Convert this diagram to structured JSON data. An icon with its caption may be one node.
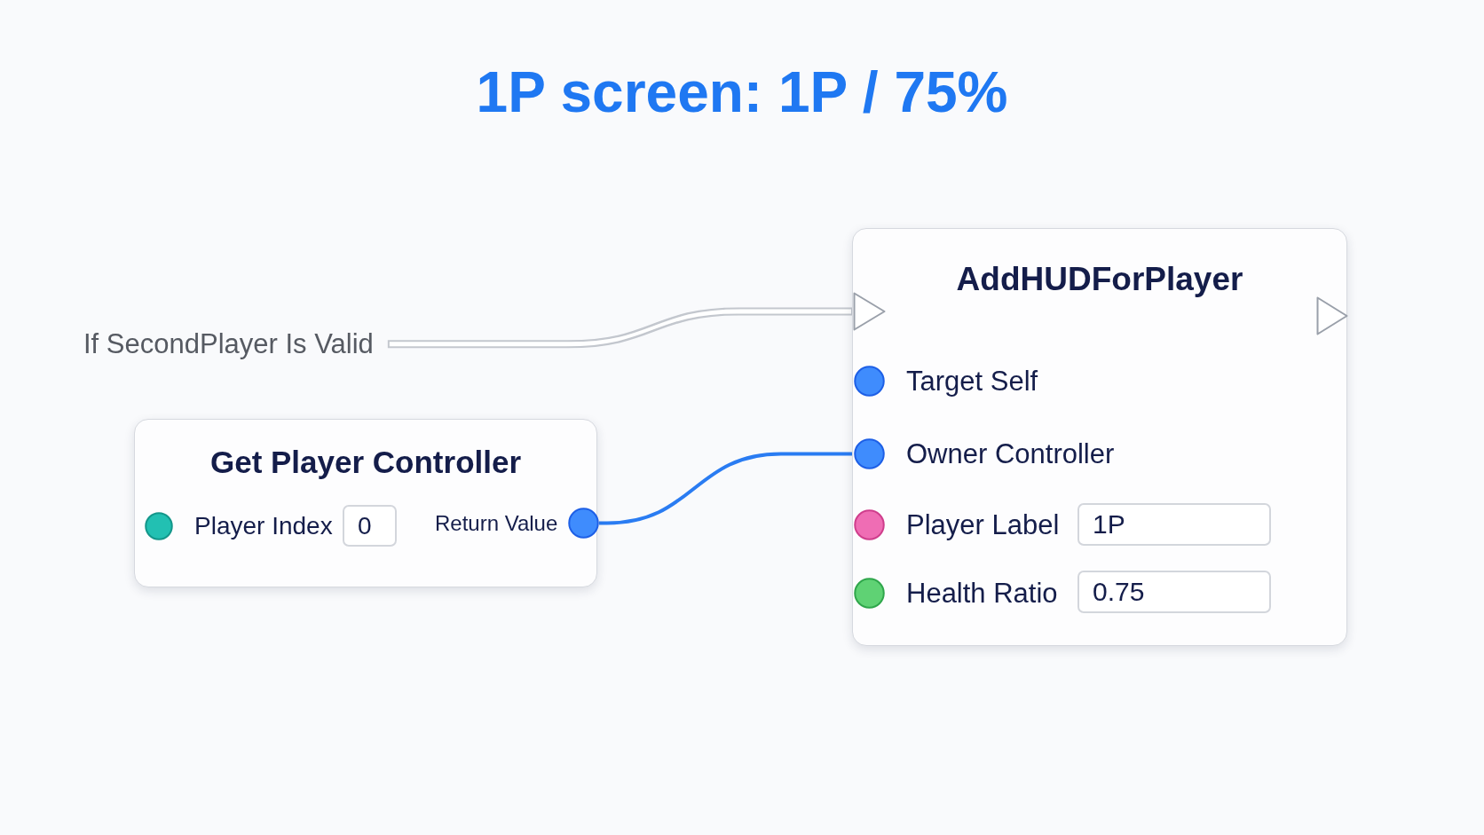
{
  "diagram": {
    "title": "1P screen: 1P / 75%",
    "nodes": [
      {
        "text": [
          "If SecondPlayer Is Valid"
        ]
      },
      {
        "text": [
          "Get Player Controller"
        ]
      },
      {
        "text": [],
        "shape": "circle",
        "in": 1,
        "beside": [
          "Player Index"
        ]
      },
      {
        "text": [
          "0"
        ],
        "in": 1
      },
      {
        "text": [],
        "shape": "circle",
        "in": 1,
        "beside": [
          "Return Value"
        ]
      },
      {
        "text": [
          "AddHUDForPlayer"
        ]
      },
      {
        "text": [],
        "shape": "triangle",
        "in": 5
      },
      {
        "text": [],
        "shape": "triangle",
        "in": 5
      },
      {
        "text": [],
        "shape": "circle",
        "in": 5,
        "beside": [
          "Target Self"
        ]
      },
      {
        "text": [],
        "shape": "circle",
        "in": 5,
        "beside": [
          "Owner Controller"
        ]
      },
      {
        "text": [],
        "shape": "circle",
        "in": 5,
        "beside": [
          "Player Label"
        ]
      },
      {
        "text": [
          "1P"
        ],
        "in": 5
      },
      {
        "text": [],
        "shape": "circle",
        "in": 5,
        "beside": [
          "Health Ratio"
        ]
      },
      {
        "text": [
          "0.75"
        ],
        "in": 5
      }
    ],
    "edges": [
      {
        "from": 0,
        "to": 6,
        "arrow": "none",
        "style": "thick",
        "color": "#c3c7ce"
      },
      {
        "from": 4,
        "to": 9,
        "arrow": "none",
        "color": "#2a7cf2"
      }
    ]
  }
}
